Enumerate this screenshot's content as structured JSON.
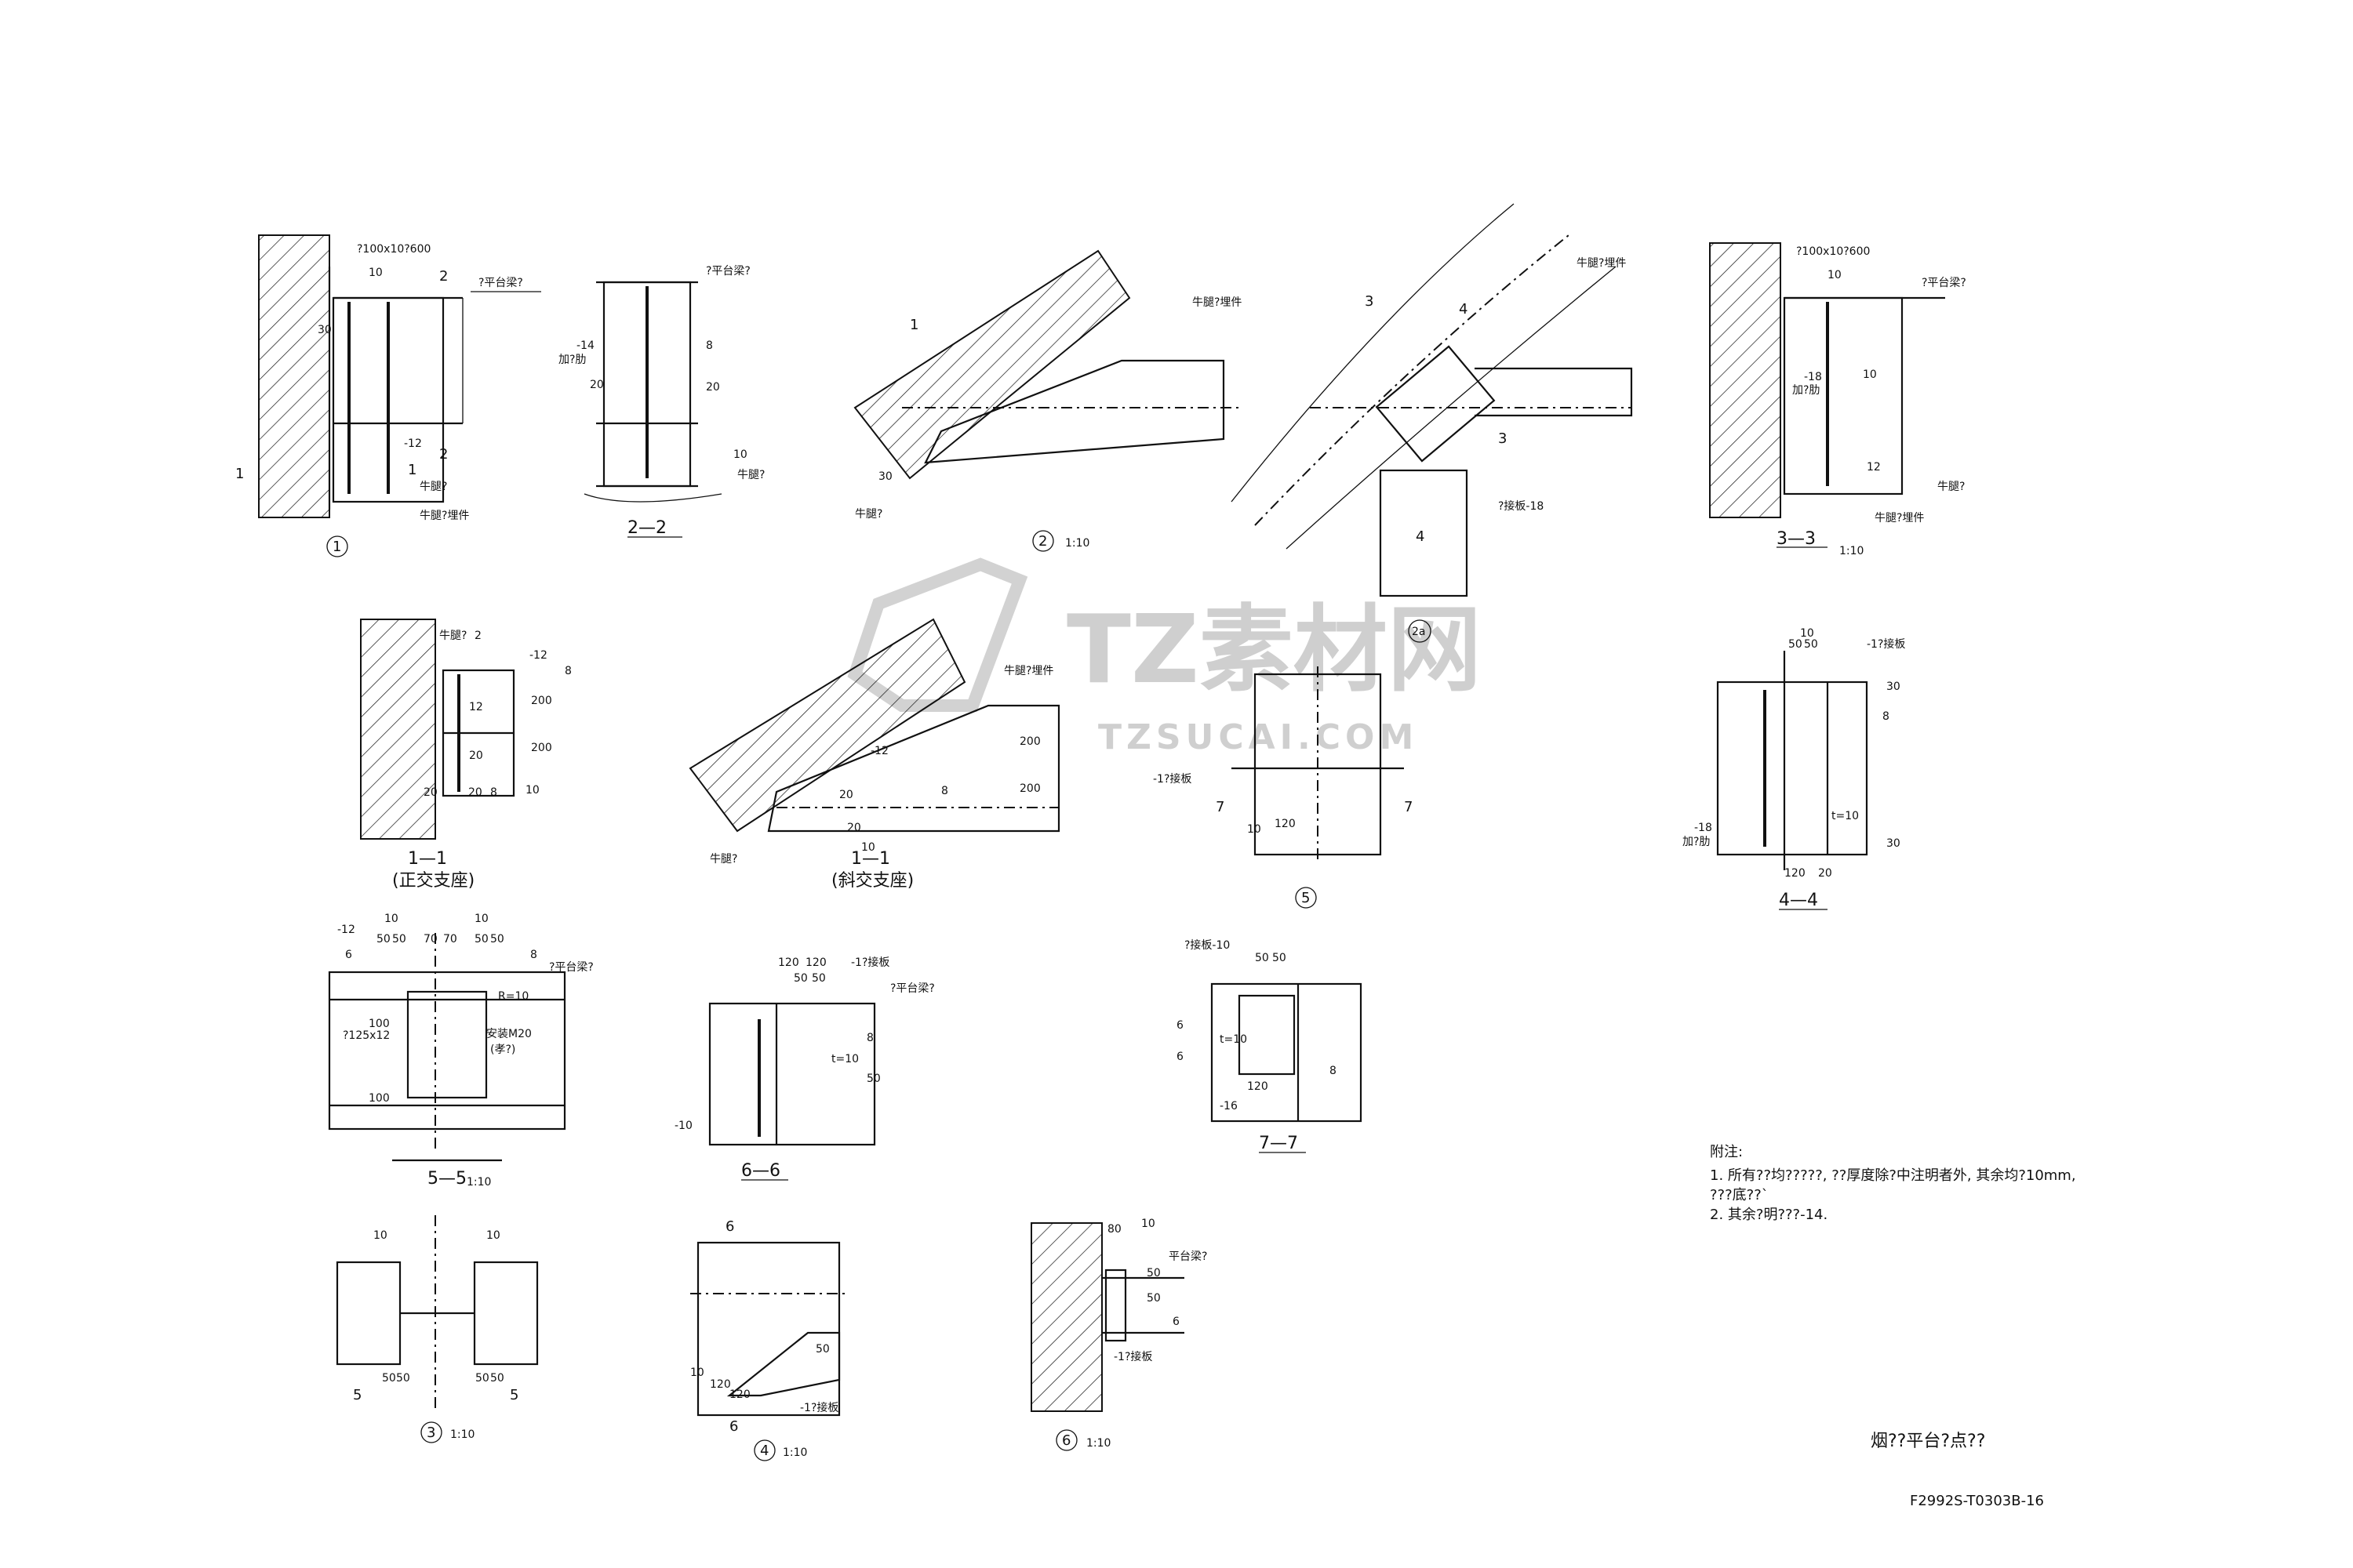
{
  "watermark": {
    "main": "TZ素材网",
    "sub": "TZSUCAI.COM"
  },
  "detail_1": {
    "plate_tag": "?100x10?600",
    "weld_10": "10",
    "dim_30": "30",
    "sec_2_top": "2",
    "sec_2_bot": "2",
    "plate_12": "-12",
    "beam_label": "?平台梁?",
    "corbel": "牛腿?",
    "embed": "牛腿?埋件",
    "sec_1": "1",
    "sec_1b": "1",
    "id": "1"
  },
  "detail_2_2": {
    "beam_label": "?平台梁?",
    "rib": "-14",
    "rib_label": "加?肋",
    "weld_8": "8",
    "dim_20a": "20",
    "dim_20b": "20",
    "weld_10": "10",
    "corbel": "牛腿?",
    "title": "2—2"
  },
  "detail_2": {
    "corbel_embed": "牛腿?埋件",
    "sec_1": "1",
    "dim_30": "30",
    "corbel": "牛腿?",
    "id": "2",
    "scale": "1:10"
  },
  "detail_2a": {
    "corbel_embed": "牛腿?埋件",
    "sec_3a": "3",
    "sec_3b": "3",
    "sec_4a": "4",
    "sec_4b": "4",
    "plate": "?接板-18",
    "id": "2a"
  },
  "detail_3_3": {
    "plate_tag": "?100x10?600",
    "weld_10": "10",
    "beam_label": "?平台梁?",
    "rib": "-18",
    "rib_label": "加?肋",
    "weld_10b": "10",
    "weld_12": "12",
    "corbel": "牛腿?",
    "embed": "牛腿?埋件",
    "title": "3—3",
    "scale": "1:10"
  },
  "detail_1_1_ortho": {
    "corbel": "牛腿?",
    "sec_2": "2",
    "plate_12": "-12",
    "weld_8": "8",
    "p12": "12",
    "p20": "20",
    "dim_200a": "200",
    "dim_200b": "200",
    "dim_20": "20",
    "weld_10": "10",
    "d8": "8",
    "dim_20b": "20",
    "title": "1—1",
    "subtitle": "(正交支座)"
  },
  "detail_1_1_skew": {
    "corbel_embed": "牛腿?埋件",
    "plate_12": "-12",
    "p20": "20",
    "weld_8": "8",
    "dim_200a": "200",
    "dim_200b": "200",
    "dim_20": "20",
    "weld_10": "10",
    "corbel": "牛腿?",
    "title": "1—1",
    "subtitle": "(斜交支座)"
  },
  "detail_5": {
    "plate": "-1?接板",
    "sec_7a": "7",
    "sec_7b": "7",
    "dim_10": "10",
    "dim_120": "120",
    "id": "5"
  },
  "detail_4_4": {
    "weld_10": "10",
    "dim_50a": "50",
    "dim_50b": "50",
    "plate": "-1?接板",
    "dim_30a": "30",
    "weld_8": "8",
    "t10": "t=10",
    "dim_30b": "30",
    "rib": "-18",
    "rib_label": "加?肋",
    "dim_120": "120",
    "dim_20": "20",
    "title": "4—4"
  },
  "detail_5_5": {
    "p12": "-12",
    "d10a": "10",
    "d10b": "10",
    "d70a": "70",
    "d70b": "70",
    "d50a": "50",
    "d50b": "50",
    "d50c": "50",
    "d50d": "50",
    "d6": "6",
    "d8": "8",
    "beam_label": "?平台梁?",
    "r": "R=10",
    "d100a": "100",
    "d100b": "100",
    "plate": "?125x12",
    "bolt": "安装M20",
    "bolt2": "(孝?)",
    "title": "5—5",
    "scale": "1:10"
  },
  "detail_6_6": {
    "dim_120a": "120",
    "dim_120b": "120",
    "plate": "-1?接板",
    "d50a": "50",
    "d50b": "50",
    "beam_label": "?平台梁?",
    "weld_8": "8",
    "t10": "t=10",
    "d50c": "50",
    "p10": "-10",
    "title": "6—6"
  },
  "detail_7_7": {
    "plate": "?接板-10",
    "d50a": "50",
    "d50b": "50",
    "d6": "6",
    "t10": "t=10",
    "d6b": "6",
    "d120": "120",
    "p16": "-16",
    "d8": "8",
    "title": "7—7"
  },
  "notes": {
    "heading": "附注:",
    "line1": "1. 所有??均?????, ??厚度除?中注明者外, 其余均?10mm,",
    "line1b": "???底??`",
    "line2": "2. 其余?明???-14."
  },
  "detail_3": {
    "d10a": "10",
    "d10b": "10",
    "d50a": "50",
    "d50b": "50",
    "d50c": "50",
    "d50d": "50",
    "sec_5a": "5",
    "sec_5b": "5",
    "id": "3",
    "scale": "1:10"
  },
  "detail_4": {
    "sec_6a": "6",
    "sec_6b": "6",
    "d10": "10",
    "d120a": "120",
    "d120b": "120",
    "d50": "50",
    "plate": "-1?接板",
    "id": "4",
    "scale": "1:10"
  },
  "detail_6": {
    "d10": "10",
    "d80": "80",
    "beam_label": "平台梁?",
    "d50a": "50",
    "d50b": "50",
    "d6": "6",
    "plate": "-1?接板",
    "id": "6",
    "scale": "1:10"
  },
  "title_block": {
    "title": "烟??平台?点??",
    "drawing_no": "F2992S-T0303B-16"
  }
}
